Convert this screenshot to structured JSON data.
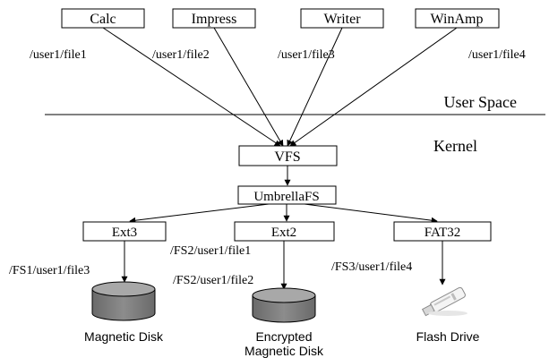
{
  "apps": [
    {
      "key": "calc",
      "label": "Calc",
      "path": "/user1/file1"
    },
    {
      "key": "impress",
      "label": "Impress",
      "path": "/user1/file2"
    },
    {
      "key": "writer",
      "label": "Writer",
      "path": "/user1/file3"
    },
    {
      "key": "winamp",
      "label": "WinAmp",
      "path": "/user1/file4"
    }
  ],
  "regions": {
    "user_space": "User Space",
    "kernel": "Kernel"
  },
  "layers": {
    "vfs": "VFS",
    "umbrellafs": "UmbrellaFS"
  },
  "filesystems": [
    {
      "key": "ext3",
      "label": "Ext3",
      "paths": [
        "/FS1/user1/file3"
      ]
    },
    {
      "key": "ext2",
      "label": "Ext2",
      "paths": [
        "/FS2/user1/file1",
        "/FS2/user1/file2"
      ]
    },
    {
      "key": "fat32",
      "label": "FAT32",
      "paths": [
        "/FS3/user1/file4"
      ]
    }
  ],
  "devices": [
    {
      "key": "magnetic",
      "label": "Magnetic Disk"
    },
    {
      "key": "encrypted",
      "label_line1": "Encrypted",
      "label_line2": "Magnetic Disk"
    },
    {
      "key": "flash",
      "label": "Flash Drive"
    }
  ]
}
